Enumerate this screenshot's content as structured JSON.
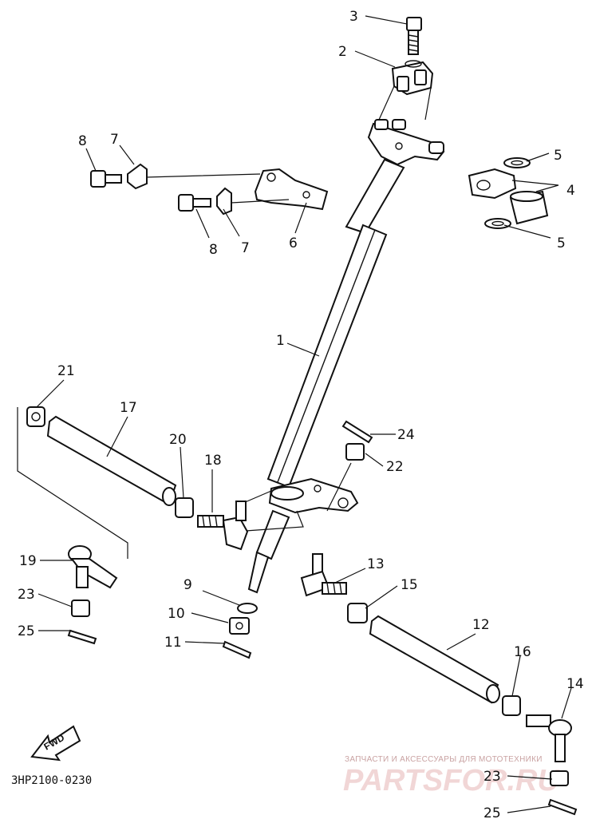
{
  "diagram_code": "3HP2100-0230",
  "fwd_label": "FWD",
  "watermark": {
    "tagline": "ЗАПЧАСТИ И АКСЕССУАРЫ ДЛЯ МОТОТЕХНИКИ",
    "brand": "PARTSFOR.RU"
  },
  "callouts": {
    "p1": "1",
    "p2": "2",
    "p3": "3",
    "p4": "4",
    "p5a": "5",
    "p5b": "5",
    "p6": "6",
    "p7a": "7",
    "p7b": "7",
    "p8a": "8",
    "p8b": "8",
    "p9": "9",
    "p10": "10",
    "p11": "11",
    "p12": "12",
    "p13": "13",
    "p14": "14",
    "p15": "15",
    "p16": "16",
    "p17": "17",
    "p18": "18",
    "p19": "19",
    "p20": "20",
    "p21": "21",
    "p22": "22",
    "p23a": "23",
    "p23b": "23",
    "p24": "24",
    "p25a": "25",
    "p25b": "25"
  }
}
